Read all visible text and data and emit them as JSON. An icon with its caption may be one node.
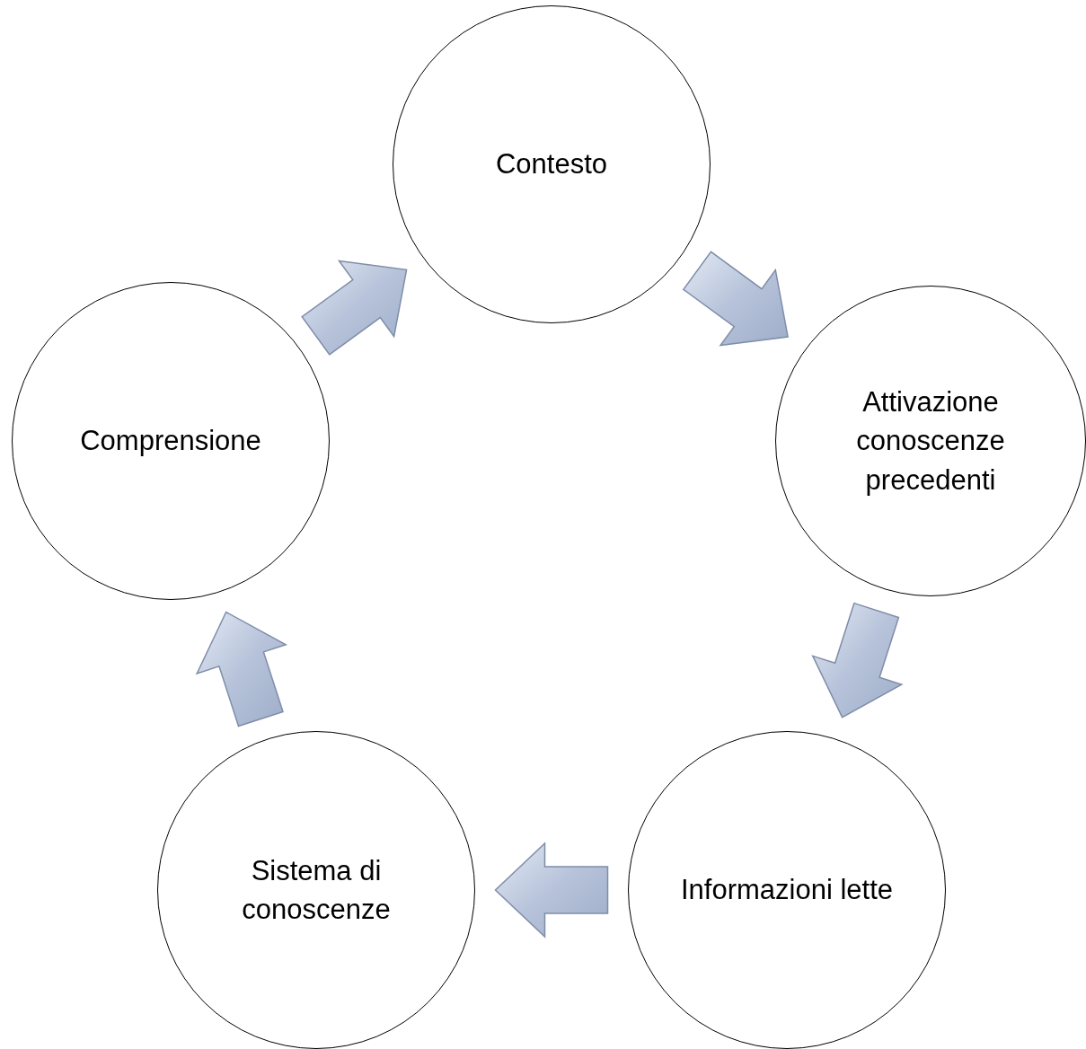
{
  "diagram": {
    "nodes": [
      {
        "text": [
          "Contesto"
        ]
      },
      {
        "text": [
          "Attivazione conoscenze precedenti"
        ]
      },
      {
        "text": [
          "Informazioni lette"
        ]
      },
      {
        "text": [
          "Sistema di conoscenze"
        ]
      },
      {
        "text": [
          "Comprensione"
        ]
      }
    ],
    "edges": [
      {
        "from": 0,
        "to": 1,
        "arrow": "to"
      },
      {
        "from": 1,
        "to": 2,
        "arrow": "to"
      },
      {
        "from": 2,
        "to": 3,
        "arrow": "to"
      },
      {
        "from": 3,
        "to": 4,
        "arrow": "to"
      },
      {
        "from": 4,
        "to": 0,
        "arrow": "to"
      }
    ]
  }
}
